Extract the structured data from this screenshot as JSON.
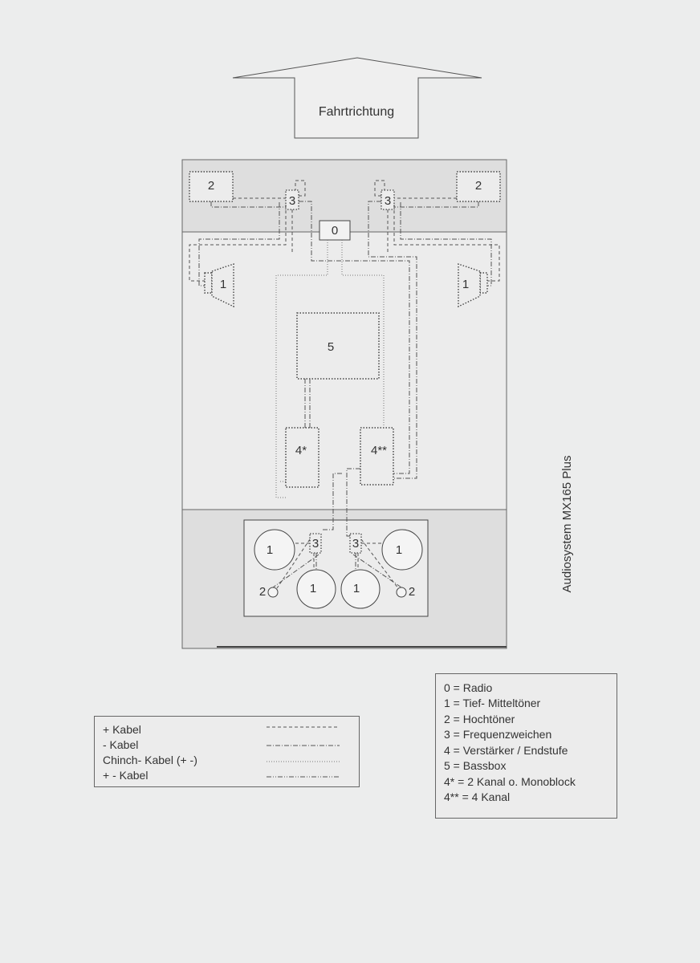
{
  "header": {
    "direction_label": "Fahrtrichtung"
  },
  "diagram": {
    "radio": "0",
    "midrange": "1",
    "tweeter": "2",
    "crossover": "3",
    "bassbox": "5",
    "amp_2ch": "4*",
    "amp_4ch": "4**"
  },
  "side_title": "Audiosystem MX165 Plus",
  "cable_legend": {
    "rows": [
      {
        "label": "+ Kabel",
        "style": "dashed"
      },
      {
        "label": "- Kabel",
        "style": "dash-dot"
      },
      {
        "label": "Chinch- Kabel (+ -)",
        "style": "dotted"
      },
      {
        "label": "+ - Kabel",
        "style": "dash-dot-dot"
      }
    ]
  },
  "key_legend": {
    "rows": [
      "0 = Radio",
      "1 = Tief- Mitteltöner",
      "2 = Hochtöner",
      "3 = Frequenzweichen",
      "4 = Verstärker / Endstufe",
      "5 = Bassbox",
      "4* = 2 Kanal o. Monoblock",
      "4** = 4 Kanal"
    ]
  }
}
